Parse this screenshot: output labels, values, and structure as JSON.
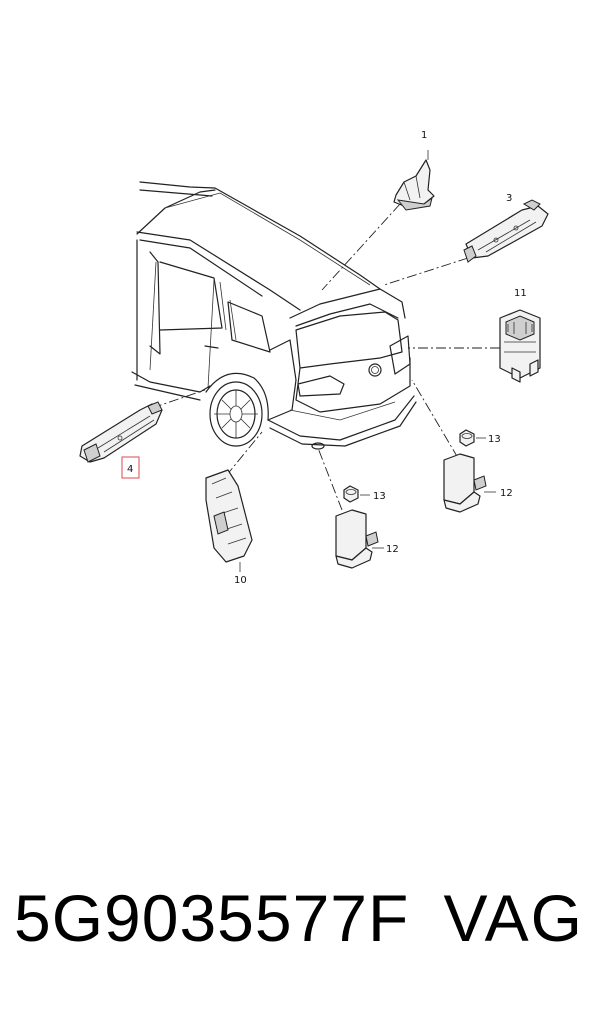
{
  "callouts": {
    "c1": "1",
    "c3": "3",
    "c4": "4",
    "c10": "10",
    "c11": "11",
    "c12a": "12",
    "c12b": "12",
    "c13a": "13",
    "c13b": "13"
  },
  "highlight_color": "#e0474c",
  "footer": {
    "part_number": "5G9035577F",
    "brand": "VAG"
  }
}
